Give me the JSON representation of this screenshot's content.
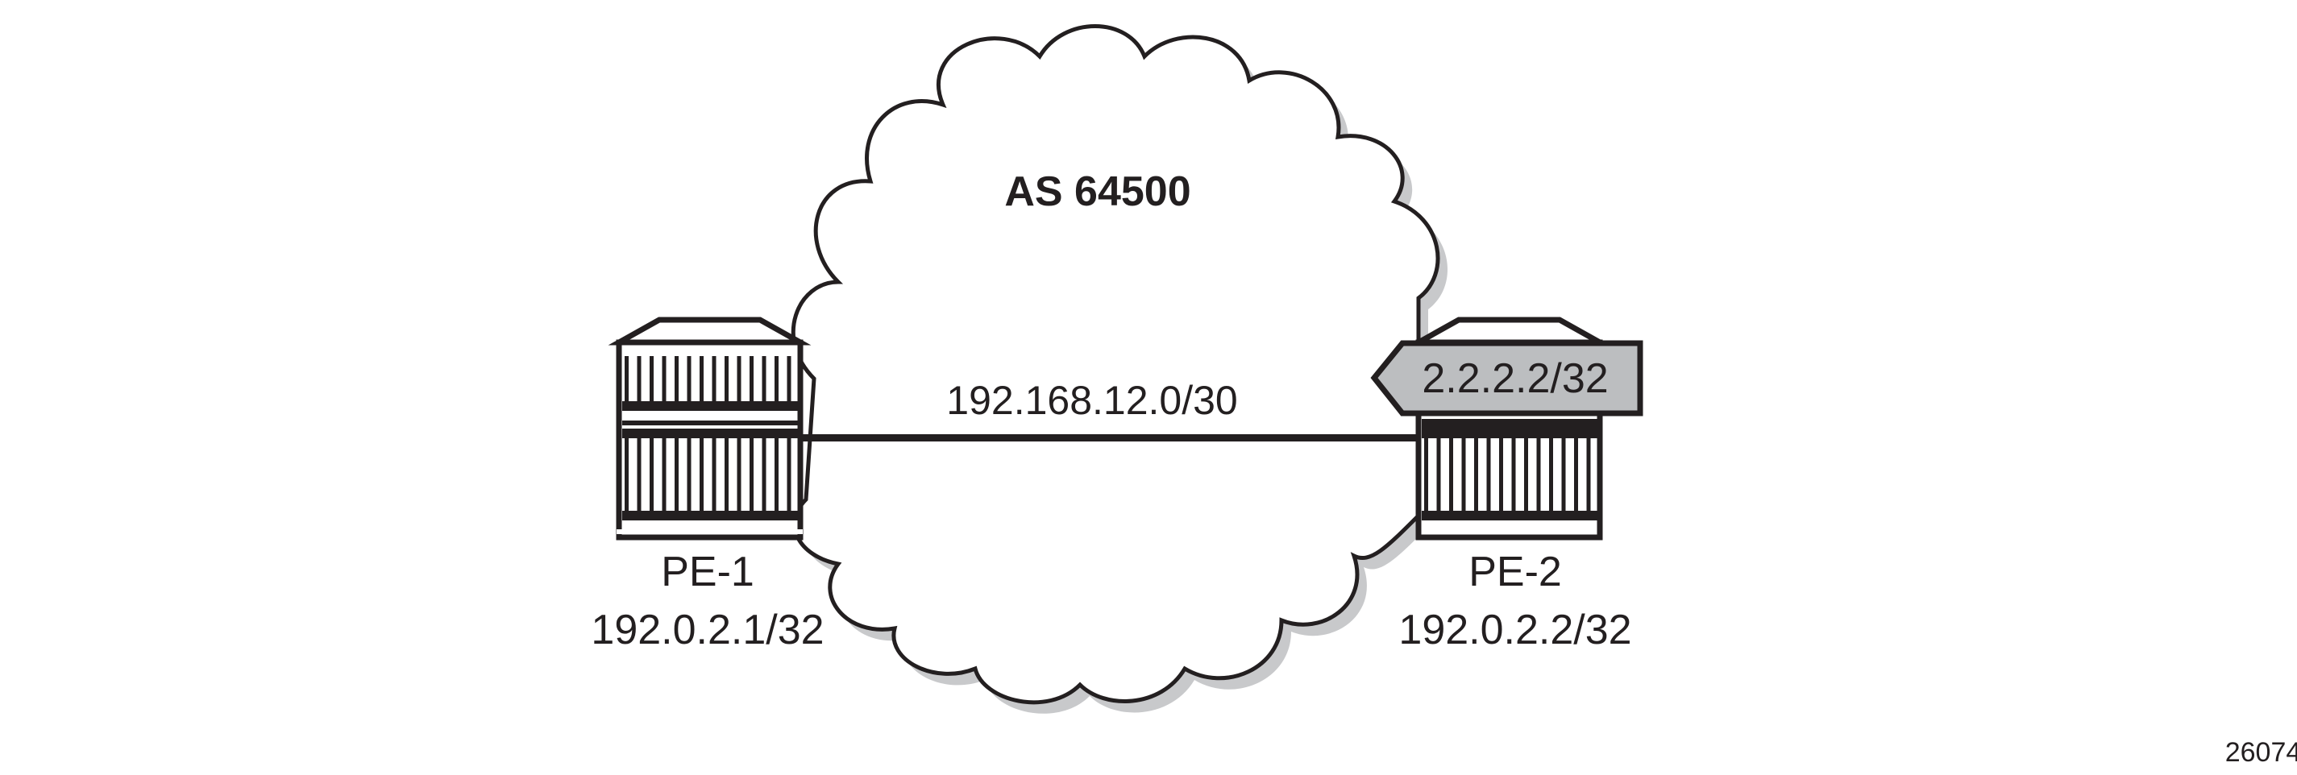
{
  "network": {
    "as_label": "AS 64500",
    "link_label": "192.168.12.0/30",
    "prefix_tag": "2.2.2.2/32"
  },
  "nodes": [
    {
      "name": "PE-1",
      "address": "192.0.2.1/32"
    },
    {
      "name": "PE-2",
      "address": "192.0.2.2/32"
    }
  ],
  "figure_id": "26074",
  "colors": {
    "stroke": "#231f20",
    "shadow": "#c8c9cb",
    "tag_fill": "#bcbec0"
  }
}
